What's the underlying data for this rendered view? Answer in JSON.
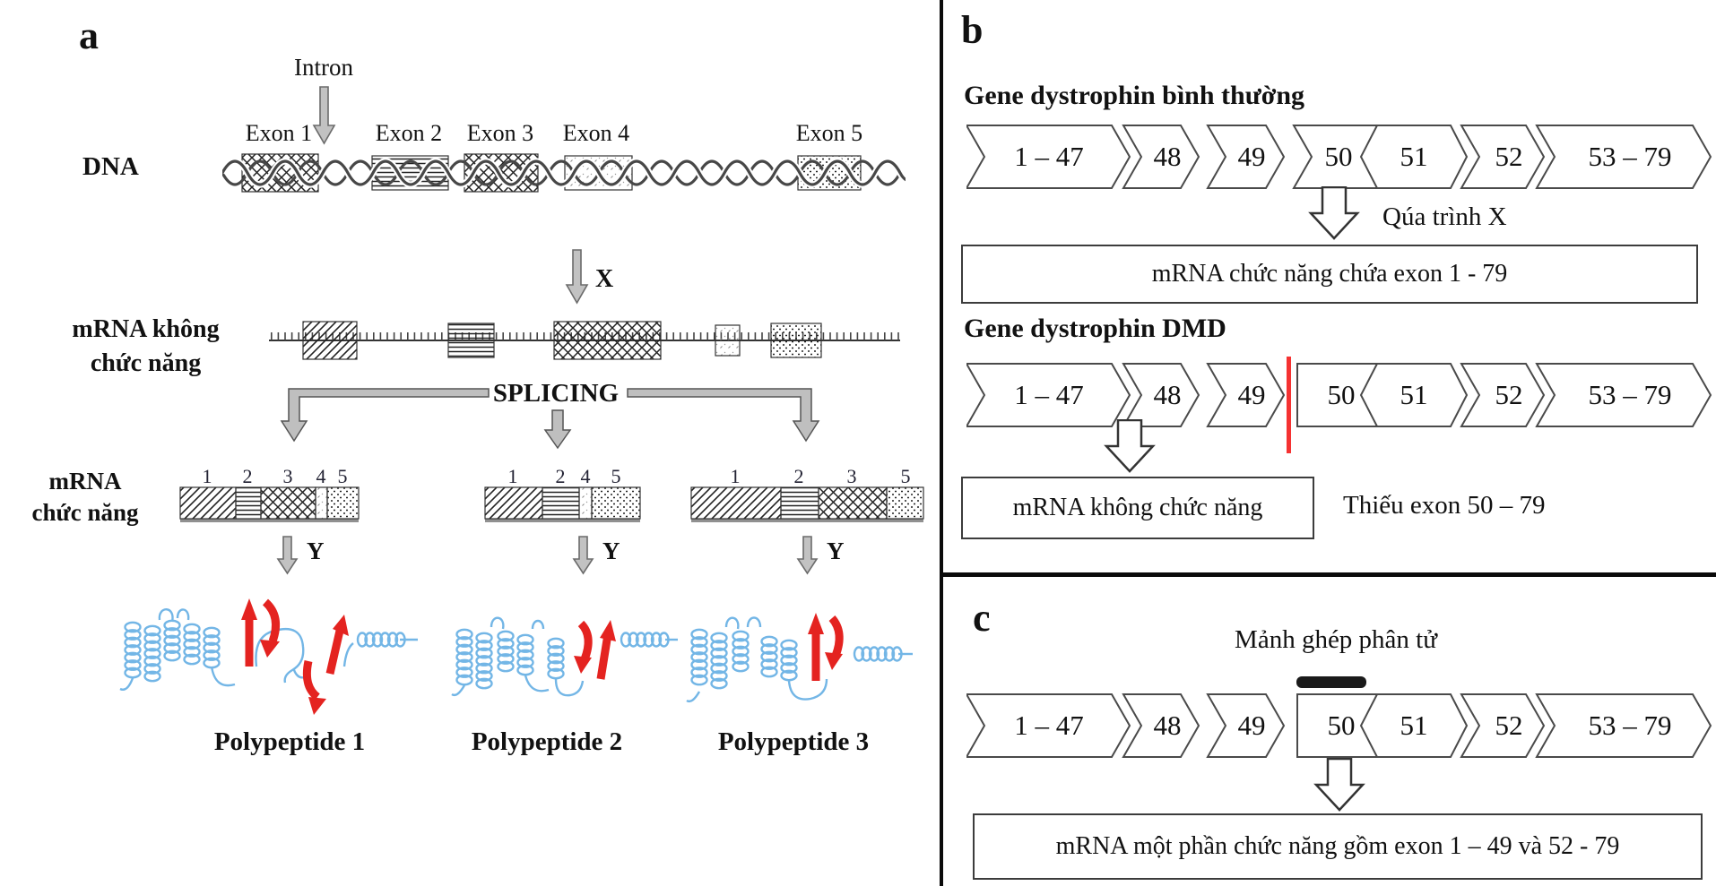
{
  "panel_a": {
    "label": "a",
    "intron_label": "Intron",
    "dna_label": "DNA",
    "exon_labels": [
      "Exon 1",
      "Exon 2",
      "Exon 3",
      "Exon 4",
      "Exon 5"
    ],
    "arrow_x_label": "X",
    "arrow_y_label": "Y",
    "pre_mrna_label_line1": "mRNA không",
    "pre_mrna_label_line2": "chức năng",
    "splicing_label": "SPLICING",
    "mature_mrna_label_line1": "mRNA",
    "mature_mrna_label_line2": "chức năng",
    "mrna1_segment_labels": [
      "1",
      "2",
      "3",
      "4",
      "5"
    ],
    "mrna2_segment_labels": [
      "1",
      "2",
      "4",
      "5"
    ],
    "mrna3_segment_labels": [
      "1",
      "2",
      "3",
      "5"
    ],
    "polypeptide_labels": [
      "Polypeptide 1",
      "Polypeptide 2",
      "Polypeptide 3"
    ]
  },
  "panel_b": {
    "label": "b",
    "normal_gene_heading": "Gene dystrophin bình thường",
    "normal_exons": [
      "1 – 47",
      "48",
      "49",
      "50",
      "51",
      "52",
      "53 – 79"
    ],
    "process_label": "Qúa trình X",
    "normal_result": "mRNA chức năng chứa exon 1 - 79",
    "dmd_heading": "Gene dystrophin DMD",
    "dmd_exons": [
      "1 – 47",
      "48",
      "49",
      "50",
      "51",
      "52",
      "53 – 79"
    ],
    "dmd_result": "mRNA không chức năng",
    "dmd_note": "Thiếu exon 50 – 79"
  },
  "panel_c": {
    "label": "c",
    "patch_label": "Mảnh ghép phân tử",
    "exons": [
      "1 – 47",
      "48",
      "49",
      "50",
      "51",
      "52",
      "53 – 79"
    ],
    "result": "mRNA một phần chức năng gồm exon 1 – 49 và 52 - 79"
  },
  "colors": {
    "protein_blue": "#73b6e6",
    "arrow_red": "#e42320",
    "break_red": "#f53232",
    "arrow_gray": "#c2c2c2"
  }
}
